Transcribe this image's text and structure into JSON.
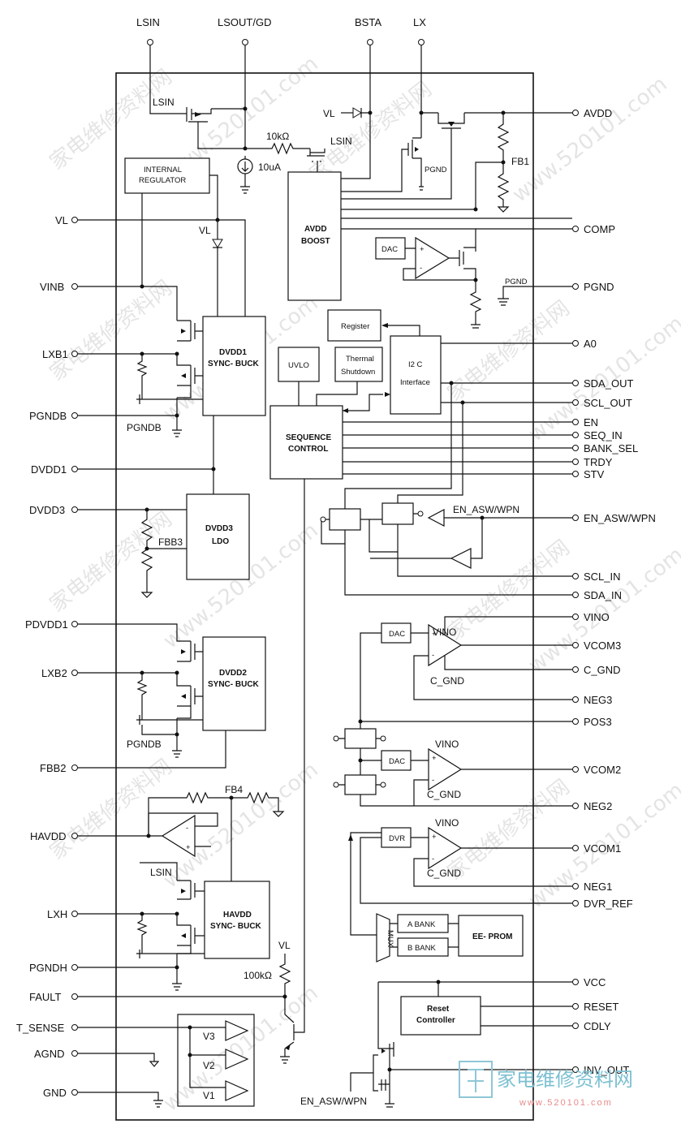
{
  "pins_left": {
    "vl": "VL",
    "vinb": "VINB",
    "lxb1": "LXB1",
    "pgndb": "PGNDB",
    "dvdd1": "DVDD1",
    "dvdd3": "DVDD3",
    "pdvdd1": "PDVDD1",
    "lxb2": "LXB2",
    "fbb2": "FBB2",
    "havdd": "HAVDD",
    "lxh": "LXH",
    "pgndh": "PGNDH",
    "fault": "FAULT",
    "t_sense": "T_SENSE",
    "agnd": "AGND",
    "gnd": "GND"
  },
  "pins_top": {
    "lsin": "LSIN",
    "lsout_gd": "LSOUT/GD",
    "bsta": "BSTA",
    "lx": "LX"
  },
  "pins_right": {
    "avdd": "AVDD",
    "comp": "COMP",
    "pgnd": "PGND",
    "a0": "A0",
    "sda_out": "SDA_OUT",
    "scl_out": "SCL_OUT",
    "en": "EN",
    "seq_in": "SEQ_IN",
    "bank_sel": "BANK_SEL",
    "trdy": "TRDY",
    "stv": "STV",
    "en_asw_wpn": "EN_ASW/WPN",
    "scl_in": "SCL_IN",
    "sda_in": "SDA_IN",
    "vino": "VINO",
    "vcom3": "VCOM3",
    "c_gnd": "C_GND",
    "neg3": "NEG3",
    "pos3": "POS3",
    "vcom2": "VCOM2",
    "neg2": "NEG2",
    "vcom1": "VCOM1",
    "neg1": "NEG1",
    "dvr_ref": "DVR_REF",
    "vcc": "VCC",
    "reset": "RESET",
    "cdly": "CDLY",
    "inv_out": "INV_OUT"
  },
  "blocks": {
    "internal_regulator_1": "INTERNAL",
    "internal_regulator_2": "REGULATOR",
    "avdd_boost_1": "AVDD",
    "avdd_boost_2": "BOOST",
    "dac": "DAC",
    "register": "Register",
    "uvlo": "UVLO",
    "thermal_1": "Thermal",
    "thermal_2": "Shutdown",
    "i2c_1": "I2 C",
    "i2c_2": "Interface",
    "seq_1": "SEQUENCE",
    "seq_2": "CONTROL",
    "dvdd1_1": "DVDD1",
    "dvdd1_2": "SYNC- BUCK",
    "dvdd3_1": "DVDD3",
    "dvdd3_2": "LDO",
    "dvdd2_1": "DVDD2",
    "dvdd2_2": "SYNC- BUCK",
    "havdd_1": "HAVDD",
    "havdd_2": "SYNC- BUCK",
    "dvr": "DVR",
    "a_bank": "A BANK",
    "b_bank": "B BANK",
    "eeprom": "EE- PROM",
    "mux": "MUX",
    "reset_1": "Reset",
    "reset_2": "Controller"
  },
  "labels": {
    "lsin": "LSIN",
    "r10k": "10kΩ",
    "i10ua": "10uA",
    "vl": "VL",
    "pgnd": "PGND",
    "fb1": "FB1",
    "pgndb": "PGNDB",
    "fbb3": "FBB3",
    "en_asw_wpn": "EN_ASW/WPN",
    "vino": "VINO",
    "c_gnd": "C_GND",
    "fb4": "FB4",
    "r100k": "100kΩ",
    "v3": "V3",
    "v2": "V2",
    "v1": "V1",
    "plus": "+",
    "minus": "-"
  },
  "watermarks": [
    "家电维修资料网",
    "www.520101.com"
  ],
  "logo": {
    "name": "家电维修资料网",
    "url": "www.520101.com"
  }
}
